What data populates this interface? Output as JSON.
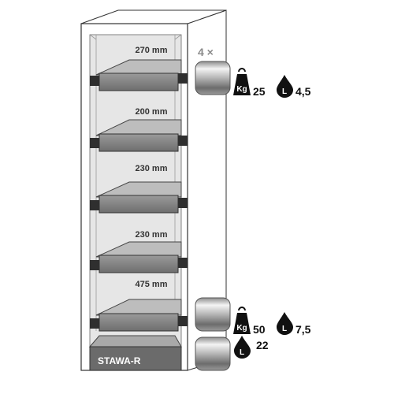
{
  "cabinet": {
    "model": "STAWA-R",
    "shelf_heights": [
      "270 mm",
      "200 mm",
      "230 mm",
      "230 mm",
      "475 mm"
    ]
  },
  "trays": {
    "count_label": "4 ×"
  },
  "load_specs": {
    "tray": {
      "weight_icon": "Kg",
      "weight_value": "25",
      "volume_icon": "L",
      "volume_value": "4,5"
    },
    "lower_tray": {
      "weight_icon": "Kg",
      "weight_value": "50",
      "volume_icon": "L",
      "volume_value": "7,5"
    },
    "bottom_sump": {
      "volume_icon": "L",
      "volume_value": "22"
    }
  }
}
